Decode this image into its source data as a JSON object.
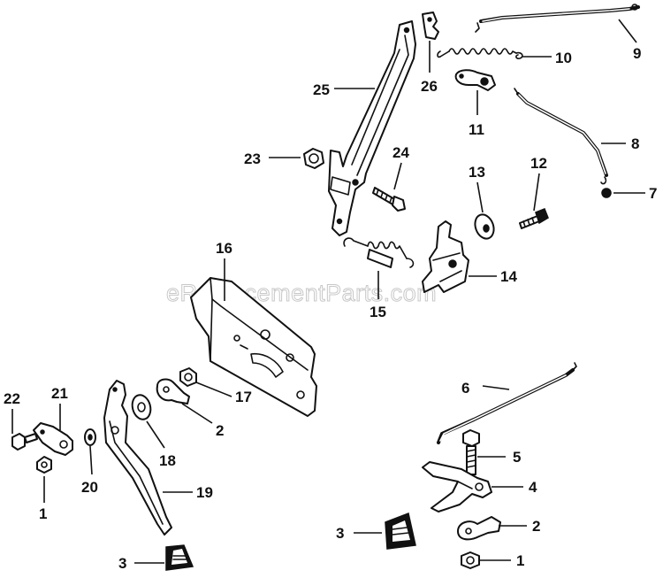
{
  "watermark": "eReplacementParts.com",
  "callouts": [
    {
      "id": "c25",
      "text": "25"
    },
    {
      "id": "c26",
      "text": "26"
    },
    {
      "id": "c9",
      "text": "9"
    },
    {
      "id": "c10",
      "text": "10"
    },
    {
      "id": "c11",
      "text": "11"
    },
    {
      "id": "c8",
      "text": "8"
    },
    {
      "id": "c7",
      "text": "7"
    },
    {
      "id": "c23",
      "text": "23"
    },
    {
      "id": "c24",
      "text": "24"
    },
    {
      "id": "c13",
      "text": "13"
    },
    {
      "id": "c12",
      "text": "12"
    },
    {
      "id": "c16",
      "text": "16"
    },
    {
      "id": "c14",
      "text": "14"
    },
    {
      "id": "c15",
      "text": "15"
    },
    {
      "id": "c17",
      "text": "17"
    },
    {
      "id": "c22",
      "text": "22"
    },
    {
      "id": "c21",
      "text": "21"
    },
    {
      "id": "c2a",
      "text": "2"
    },
    {
      "id": "c18",
      "text": "18"
    },
    {
      "id": "c20",
      "text": "20"
    },
    {
      "id": "c6",
      "text": "6"
    },
    {
      "id": "c5",
      "text": "5"
    },
    {
      "id": "c4",
      "text": "4"
    },
    {
      "id": "c19",
      "text": "19"
    },
    {
      "id": "c1a",
      "text": "1"
    },
    {
      "id": "c2b",
      "text": "2"
    },
    {
      "id": "c3a",
      "text": "3"
    },
    {
      "id": "c3b",
      "text": "3"
    },
    {
      "id": "c1b",
      "text": "1"
    }
  ]
}
